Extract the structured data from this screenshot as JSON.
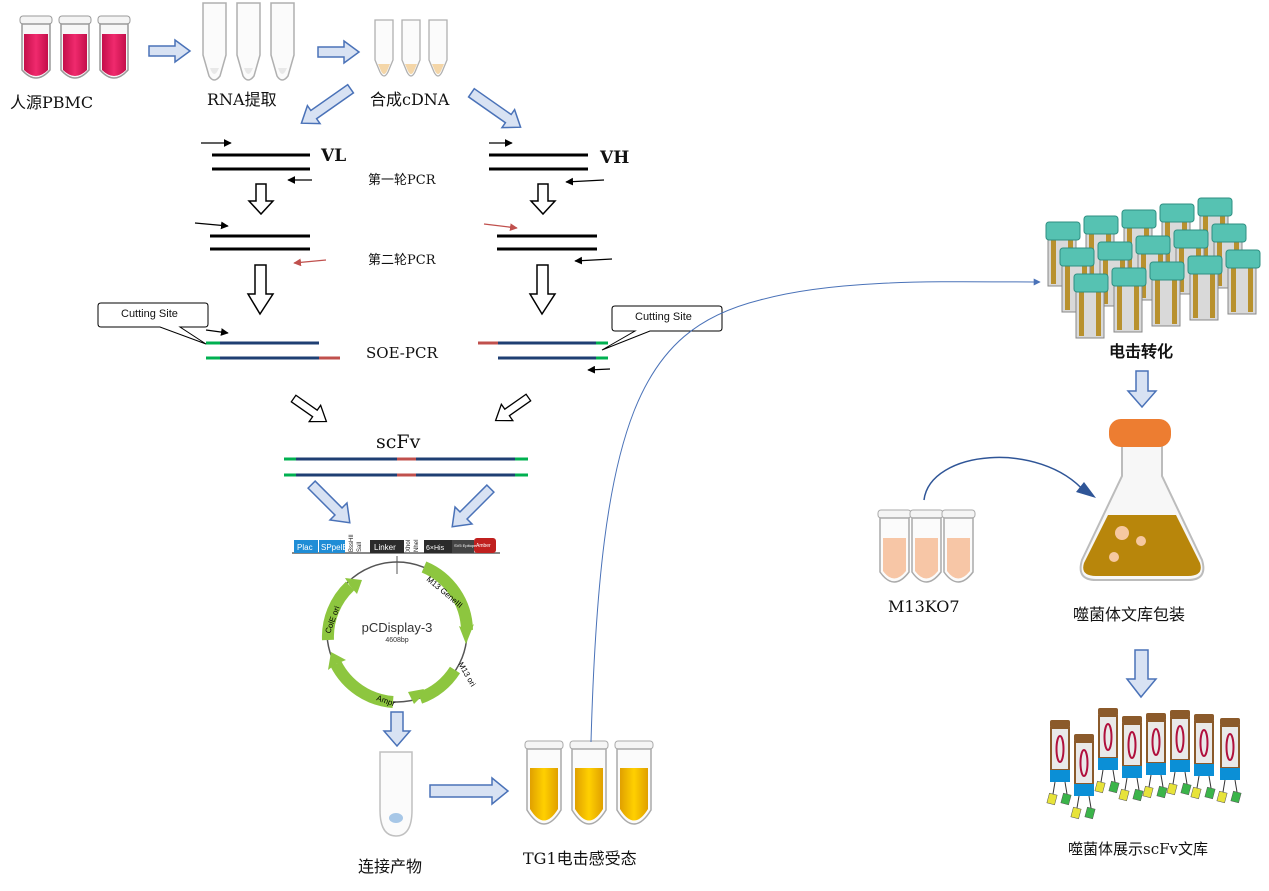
{
  "labels": {
    "pbmc": "人源PBMC",
    "rna": "RNA提取",
    "cdna": "合成cDNA",
    "vl": "VL",
    "vh": "VH",
    "pcr1": "第一轮PCR",
    "pcr2": "第二轮PCR",
    "cutting_site_left": "Cutting Site",
    "cutting_site_right": "Cutting Site",
    "soe_pcr": "SOE-PCR",
    "scfv": "scFv",
    "ligation": "连接产物",
    "tg1": "TG1电击感受态",
    "electro": "电击转化",
    "m13ko7": "M13KO7",
    "packaging": "噬菌体文库包装",
    "display_library": "噬菌体展示scFv文库"
  },
  "vector": {
    "name": "pCDisplay-3",
    "size": "4608bp",
    "features": [
      "Plac",
      "SPpelB",
      "BssHII",
      "SalI",
      "Linker",
      "XhoI",
      "NheI",
      "6×His",
      "SV5 Epitope",
      "Amber"
    ],
    "plasmid_features": [
      "M13 GeneIII",
      "M13 ori",
      "Ampr",
      "ColE ori"
    ]
  },
  "colors": {
    "arrow_fill": "#d8e2f3",
    "arrow_stroke": "#4a72b8",
    "tube_red": "#e8175d",
    "tube_yellow": "#f4b400",
    "flask_liquid": "#b8860b",
    "flask_cap": "#ed7d31",
    "dna_blue": "#1f3f73",
    "dna_red": "#c0504d",
    "dna_green": "#00b050",
    "plasmid_green": "#8dc63f",
    "plasmid_text": "#000000"
  }
}
